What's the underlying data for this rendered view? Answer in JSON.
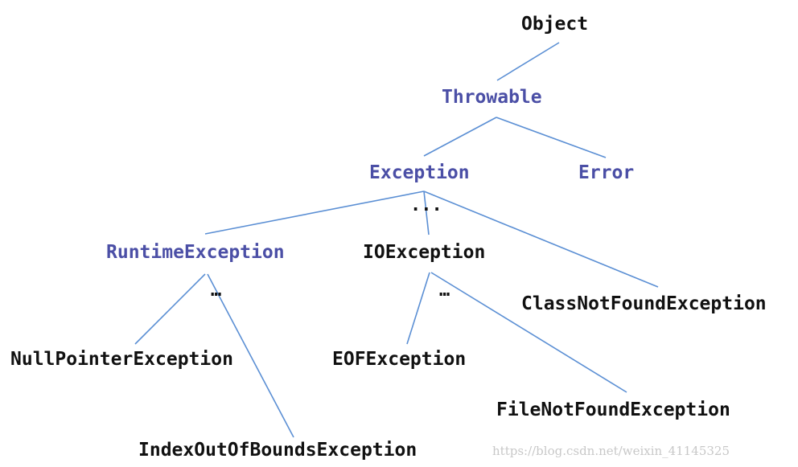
{
  "nodes": {
    "object": "Object",
    "throwable": "Throwable",
    "exception": "Exception",
    "error": "Error",
    "runtime_exception": "RuntimeException",
    "io_exception": "IOException",
    "class_not_found_exception": "ClassNotFoundException",
    "null_pointer_exception": "NullPointerException",
    "index_out_of_bounds_exception": "IndexOutOfBoundsException",
    "eof_exception": "EOFException",
    "file_not_found_exception": "FileNotFoundException"
  },
  "ellipses": {
    "exception_more": "...",
    "runtime_more": "…",
    "io_more": "…"
  },
  "watermark": "https://blog.csdn.net/weixin_41145325",
  "colors": {
    "accent_label": "#4b4fa6",
    "plain_label": "#111111",
    "edge": "#5b8fd4",
    "watermark": "#c8c8c8"
  }
}
